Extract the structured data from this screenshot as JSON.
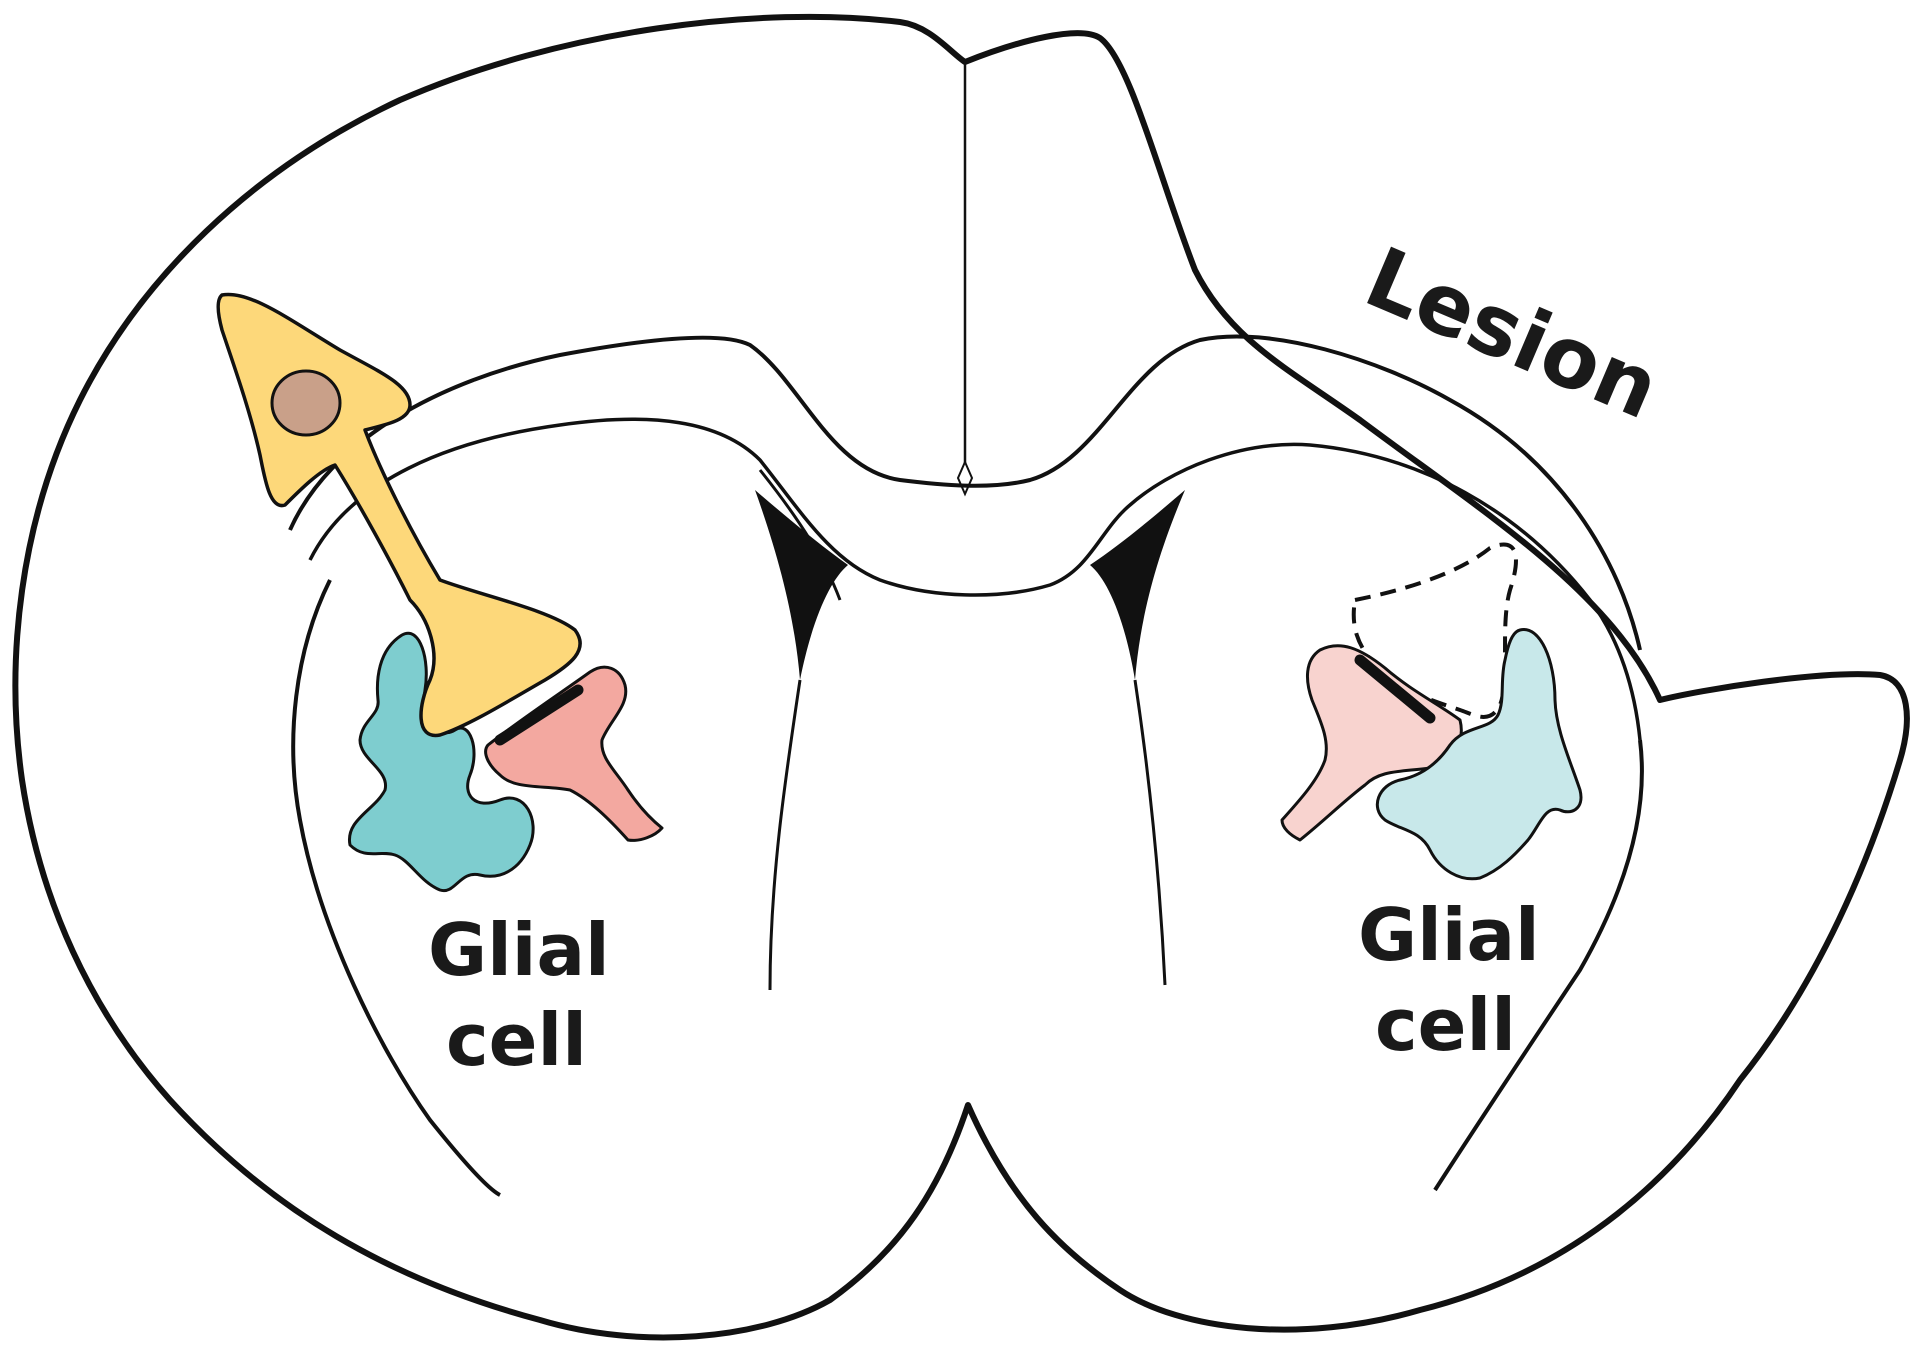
{
  "labels": {
    "lesion": "Lesion",
    "glial_left_line1": "Glial",
    "glial_left_line2": "cell",
    "glial_right_line1": "Glial",
    "glial_right_line2": "cell"
  },
  "colors": {
    "outline": "#111111",
    "neuron_fill": "#fdd87a",
    "neuron_nucleus": "#c9a089",
    "glia_left": "#7ecdcf",
    "glia_right": "#c8e8ea",
    "dendrite_left": "#f3a8a0",
    "dendrite_right": "#f8d3cf",
    "synapse": "#111111"
  },
  "icons": {
    "neuron": "pyramidal-neuron-icon",
    "glia": "astrocyte-icon",
    "dendrite": "postsynaptic-spine-icon",
    "lost_terminal": "lost-presynaptic-terminal-icon"
  }
}
